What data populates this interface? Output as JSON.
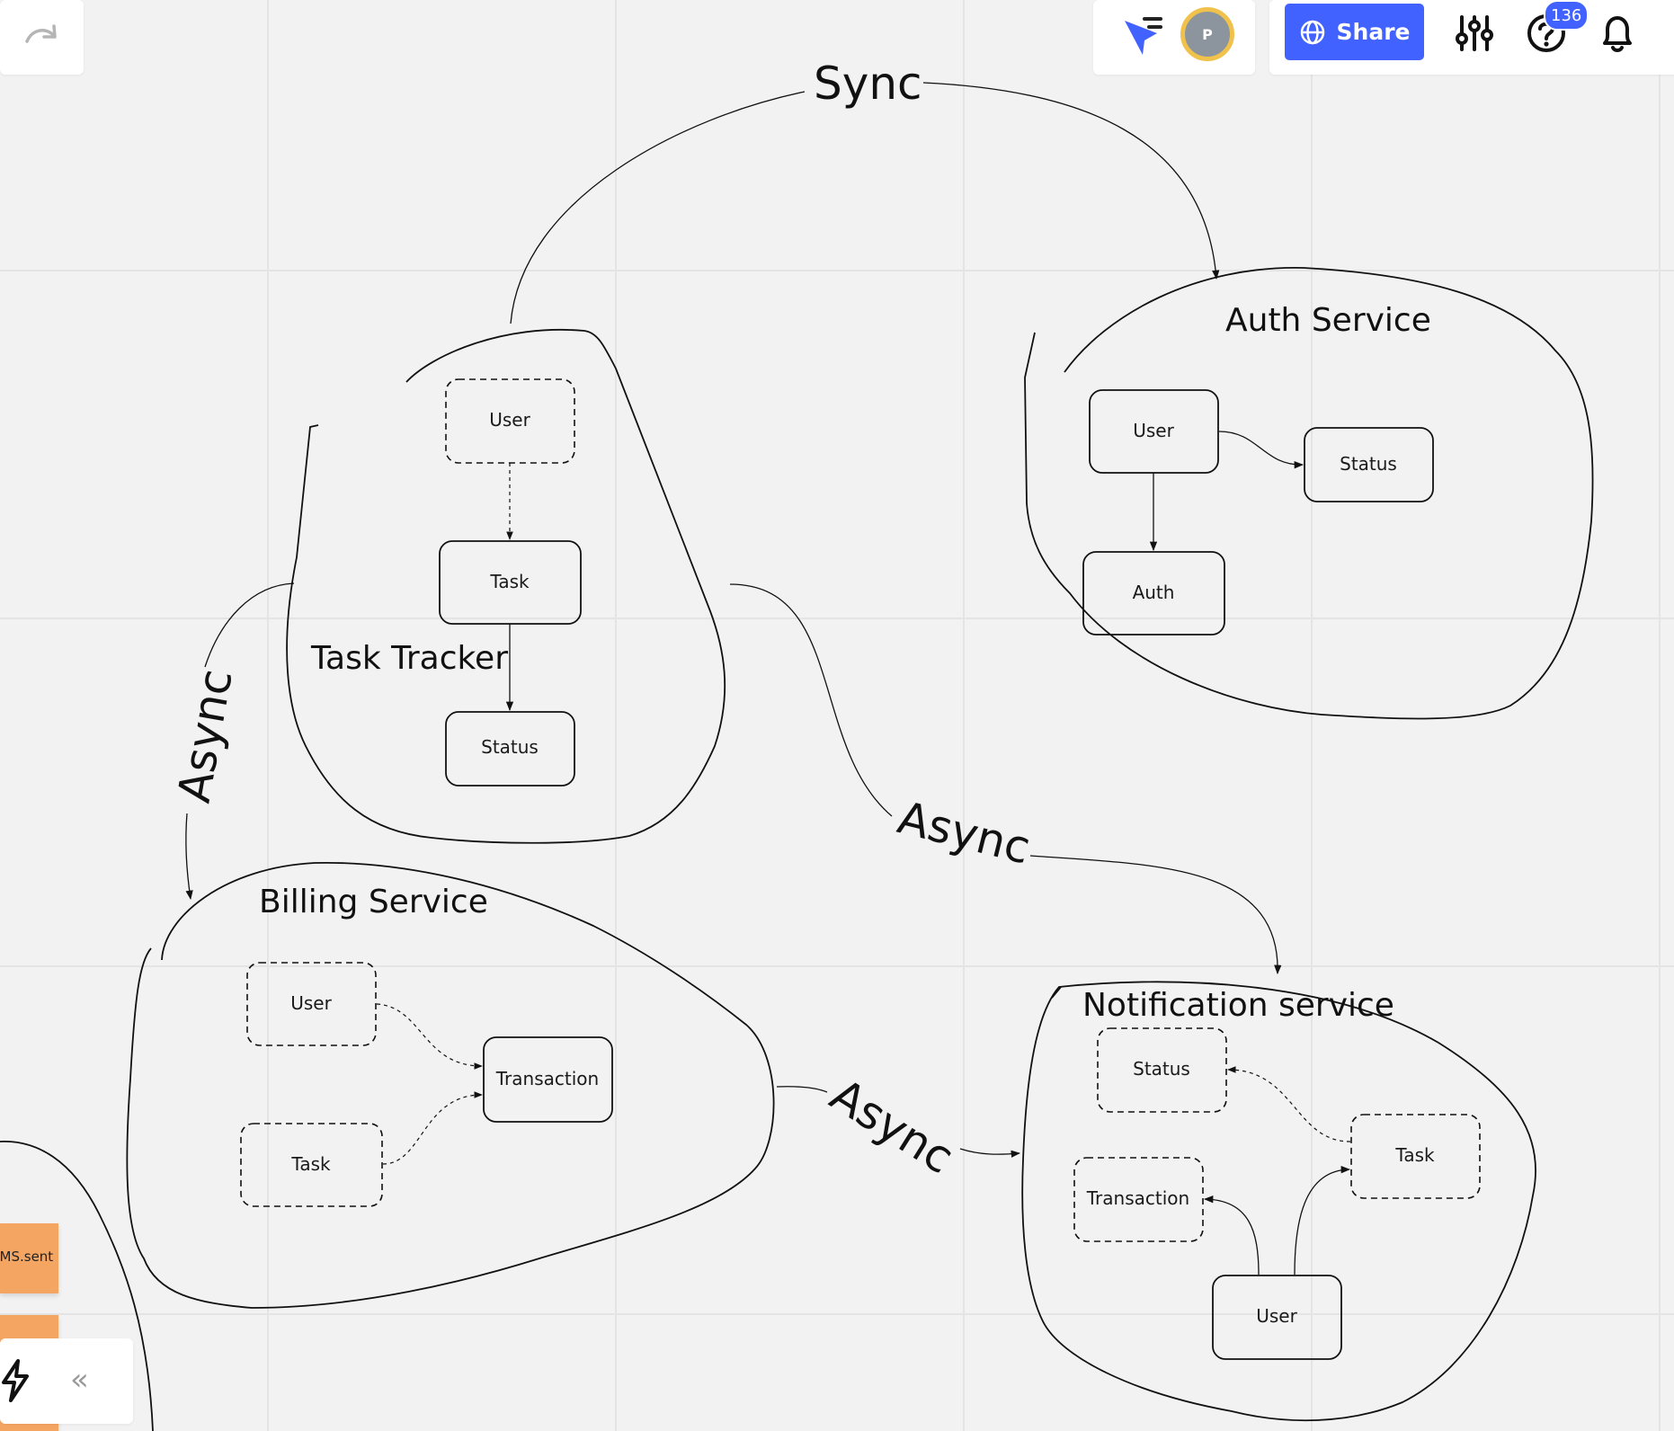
{
  "toolbar": {
    "share_label": "Share",
    "avatar_initial": "P",
    "help_badge_count": "136"
  },
  "bottom_panel": {
    "collapse_label": "«"
  },
  "stickies": {
    "sms_sent": "SMS.sent"
  },
  "diagram": {
    "edge_labels": {
      "sync": "Sync",
      "async_left": "Async",
      "async_middle": "Async",
      "async_bottom": "Async"
    },
    "task_tracker": {
      "title": "Task Tracker",
      "user": "User",
      "task": "Task",
      "status": "Status"
    },
    "auth_service": {
      "title": "Auth Service",
      "user": "User",
      "status": "Status",
      "auth": "Auth"
    },
    "billing_service": {
      "title": "Billing Service",
      "user": "User",
      "task": "Task",
      "transaction": "Transaction"
    },
    "notification_service": {
      "title": "Notification service",
      "status": "Status",
      "task": "Task",
      "transaction": "Transaction",
      "user": "User"
    }
  }
}
